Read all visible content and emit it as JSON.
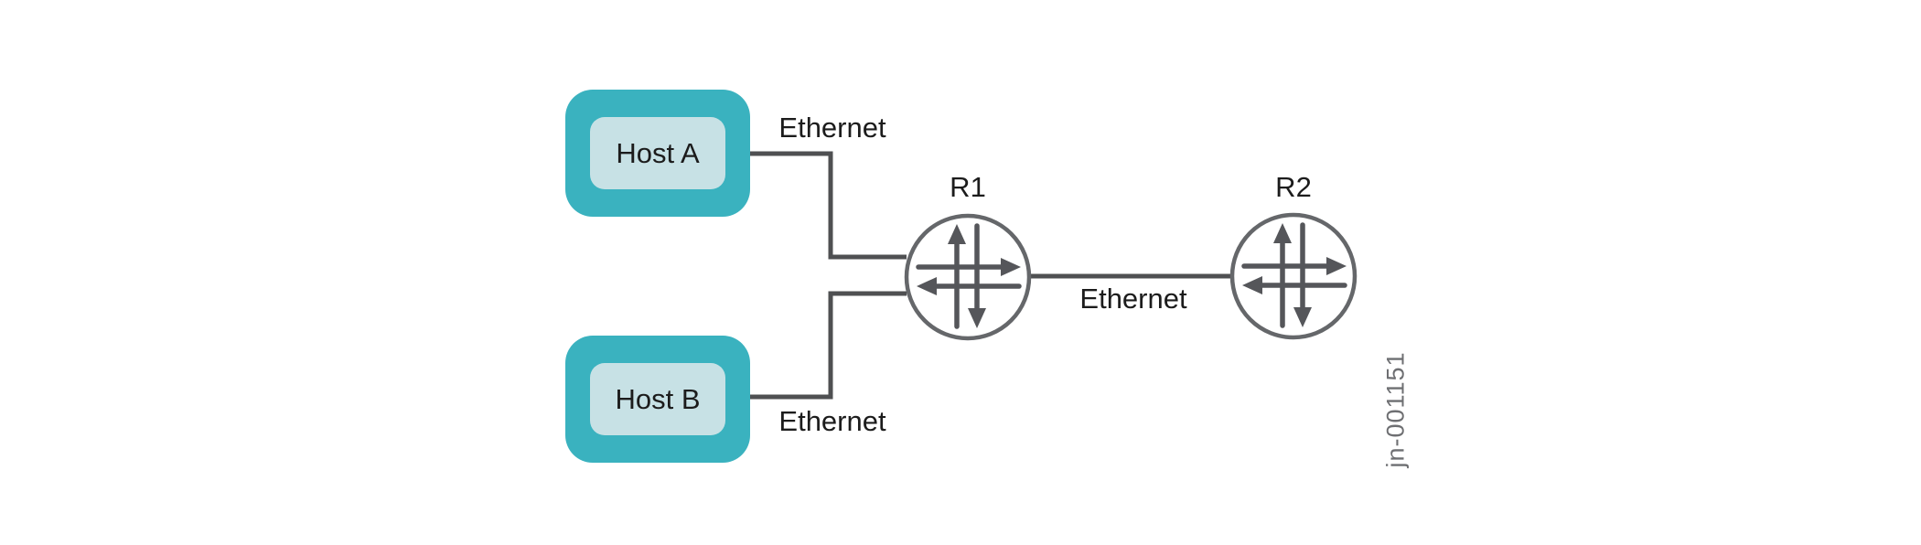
{
  "diagram": {
    "type": "network-topology",
    "figure_id": "jn-001151"
  },
  "colors": {
    "host_outer": "#3ab2bf",
    "host_inner": "#c7e1e5",
    "wire": "#4f5052",
    "router_stroke": "#65676a",
    "router_arrow": "#55565a",
    "label_text": "#1c1c1c",
    "figure_id_text": "#6e6f72",
    "background": "#ffffff"
  },
  "nodes": {
    "host_a": {
      "label": "Host A",
      "kind": "host"
    },
    "host_b": {
      "label": "Host B",
      "kind": "host"
    },
    "router_r1": {
      "label": "R1",
      "kind": "router"
    },
    "router_r2": {
      "label": "R2",
      "kind": "router"
    }
  },
  "links": [
    {
      "from": "Host A",
      "to": "R1",
      "label": "Ethernet"
    },
    {
      "from": "Host B",
      "to": "R1",
      "label": "Ethernet"
    },
    {
      "from": "R1",
      "to": "R2",
      "label": "Ethernet"
    }
  ]
}
